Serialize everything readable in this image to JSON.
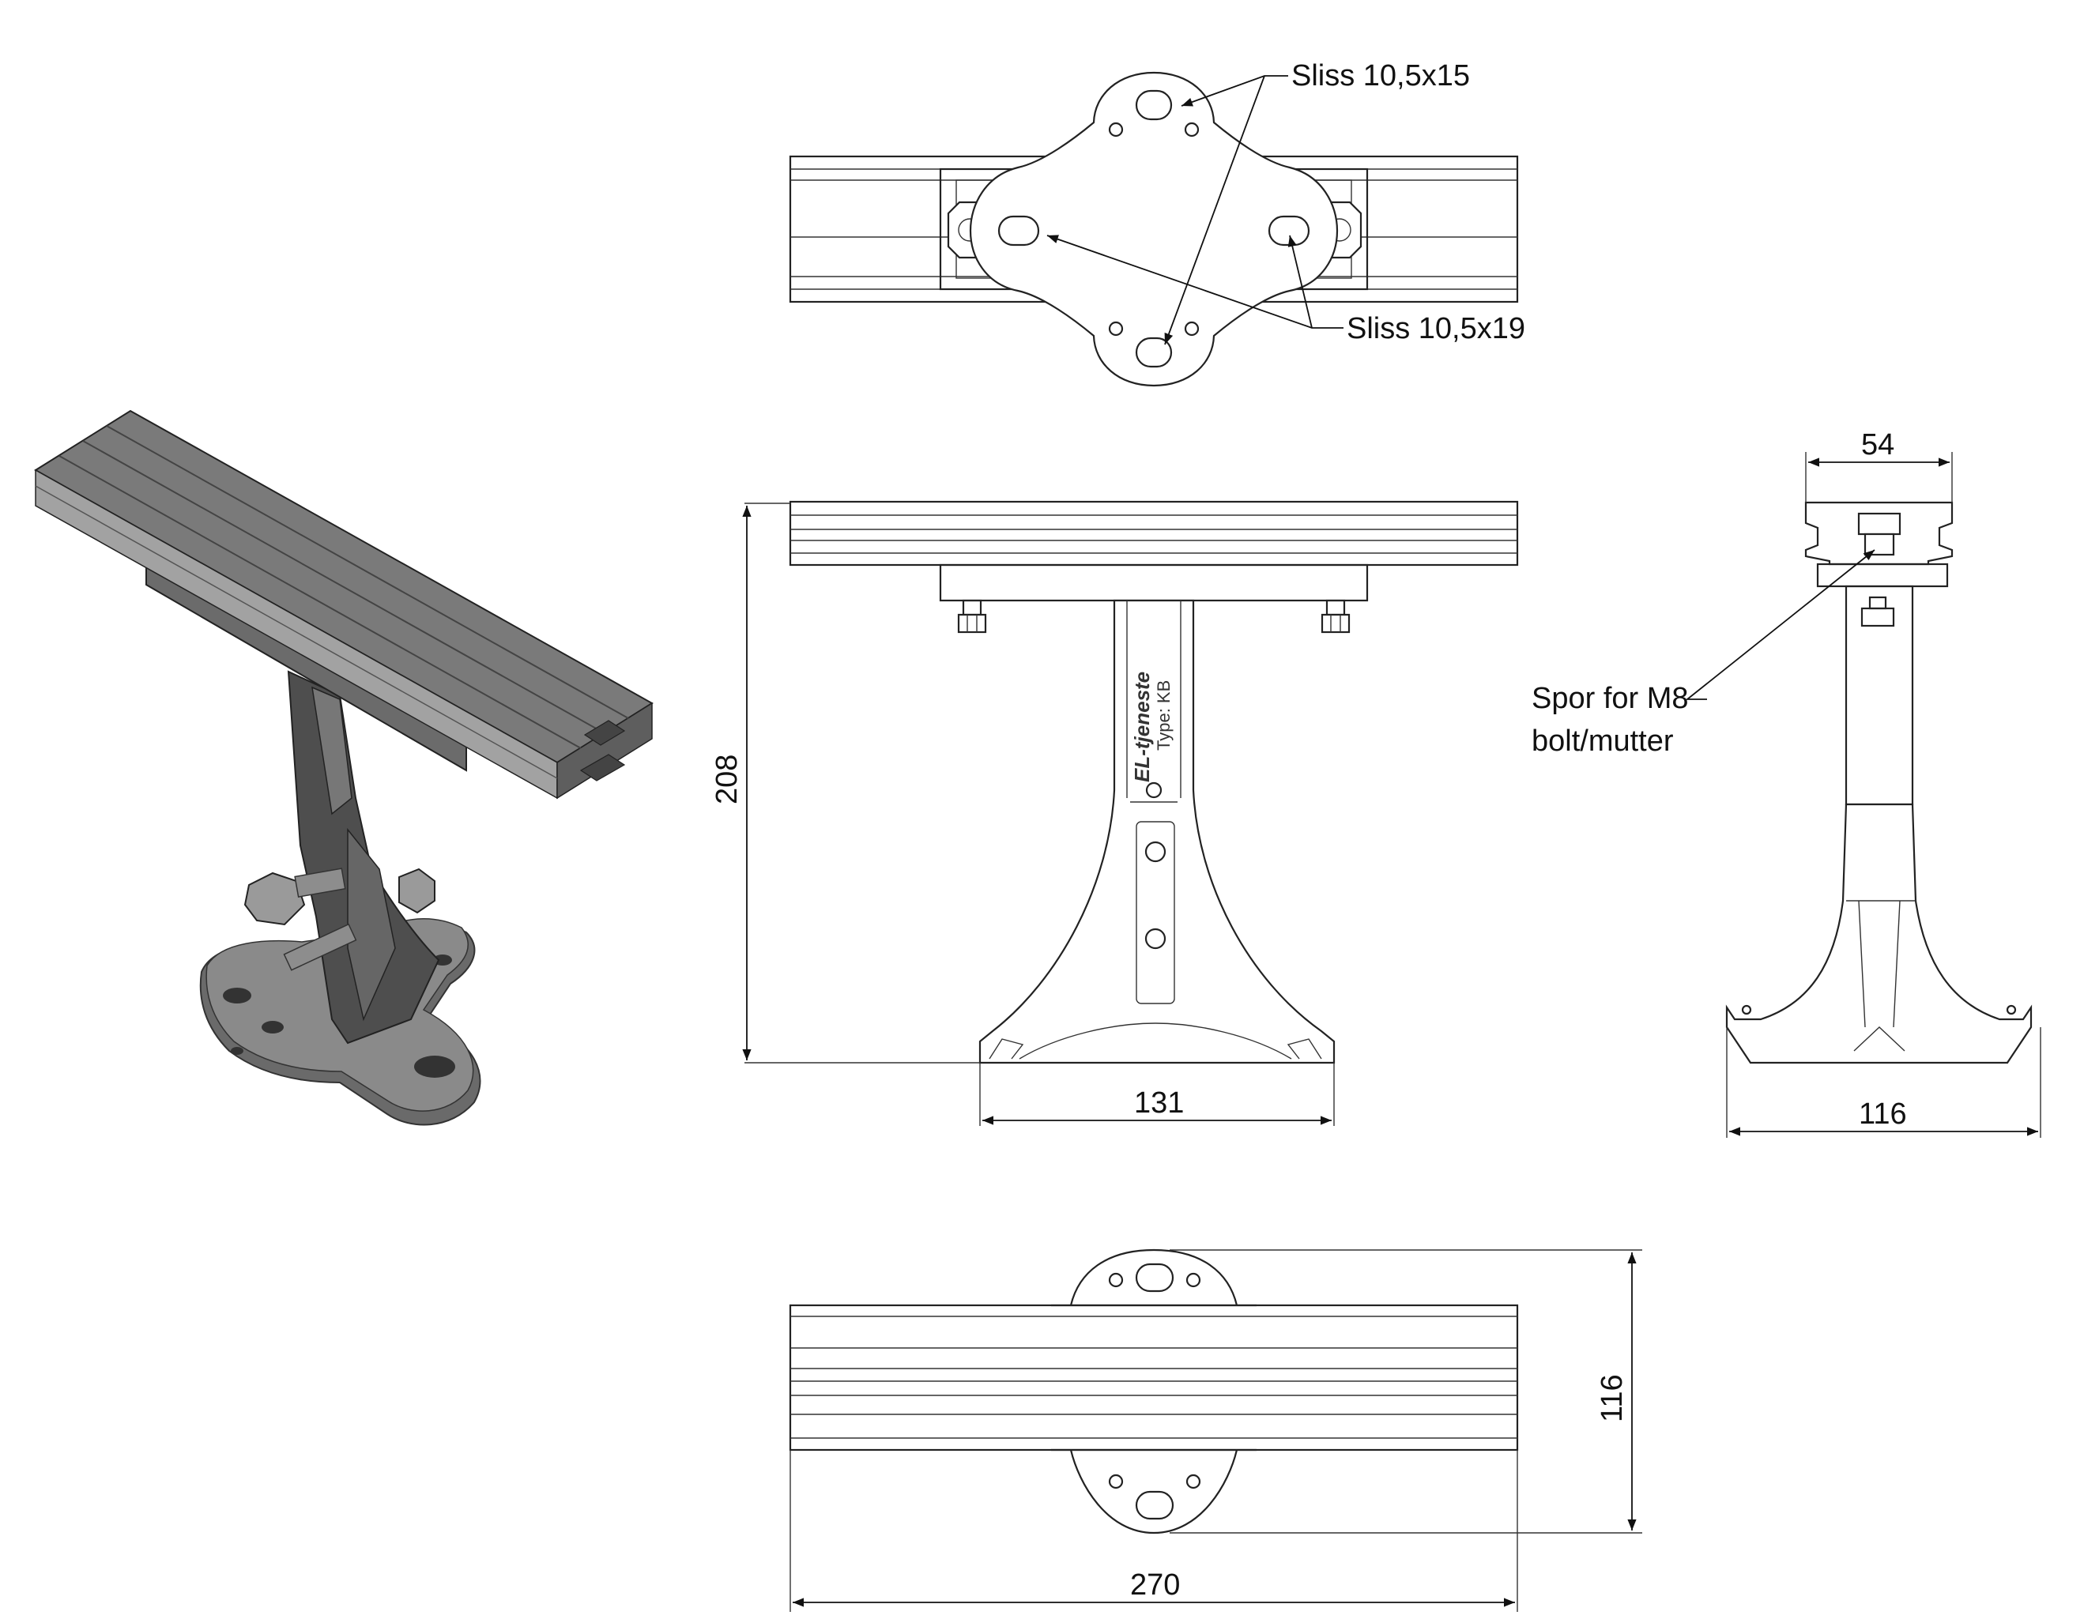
{
  "callouts": {
    "slot_top": "Sliss 10,5x15",
    "slot_side": "Sliss 10,5x19",
    "groove_line1": "Spor for M8",
    "groove_line2": "bolt/mutter"
  },
  "dimensions": {
    "height": "208",
    "base_width": "131",
    "profile_width": "54",
    "side_base_width": "116",
    "plan_depth": "116",
    "length": "270"
  },
  "engraving": {
    "brand": "EL-tjeneste",
    "type": "Type: KB"
  },
  "colors": {
    "line": "#222222",
    "iso_dark": "#555555",
    "iso_mid": "#7a7a7a",
    "iso_light": "#a8a8a8"
  }
}
